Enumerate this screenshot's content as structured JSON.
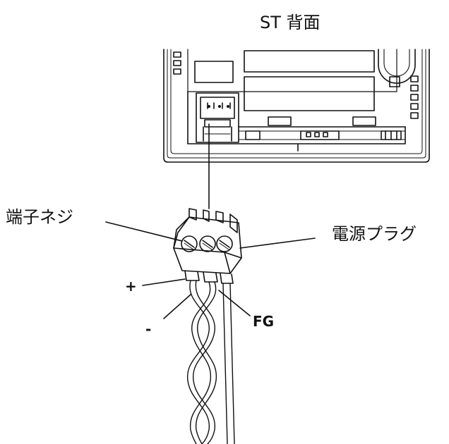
{
  "labels": {
    "unit": "ST 背面",
    "terminal_screw": "端子ネジ",
    "power_plug": "電源プラグ",
    "plus": "+",
    "minus": "-",
    "fg": "FG"
  }
}
